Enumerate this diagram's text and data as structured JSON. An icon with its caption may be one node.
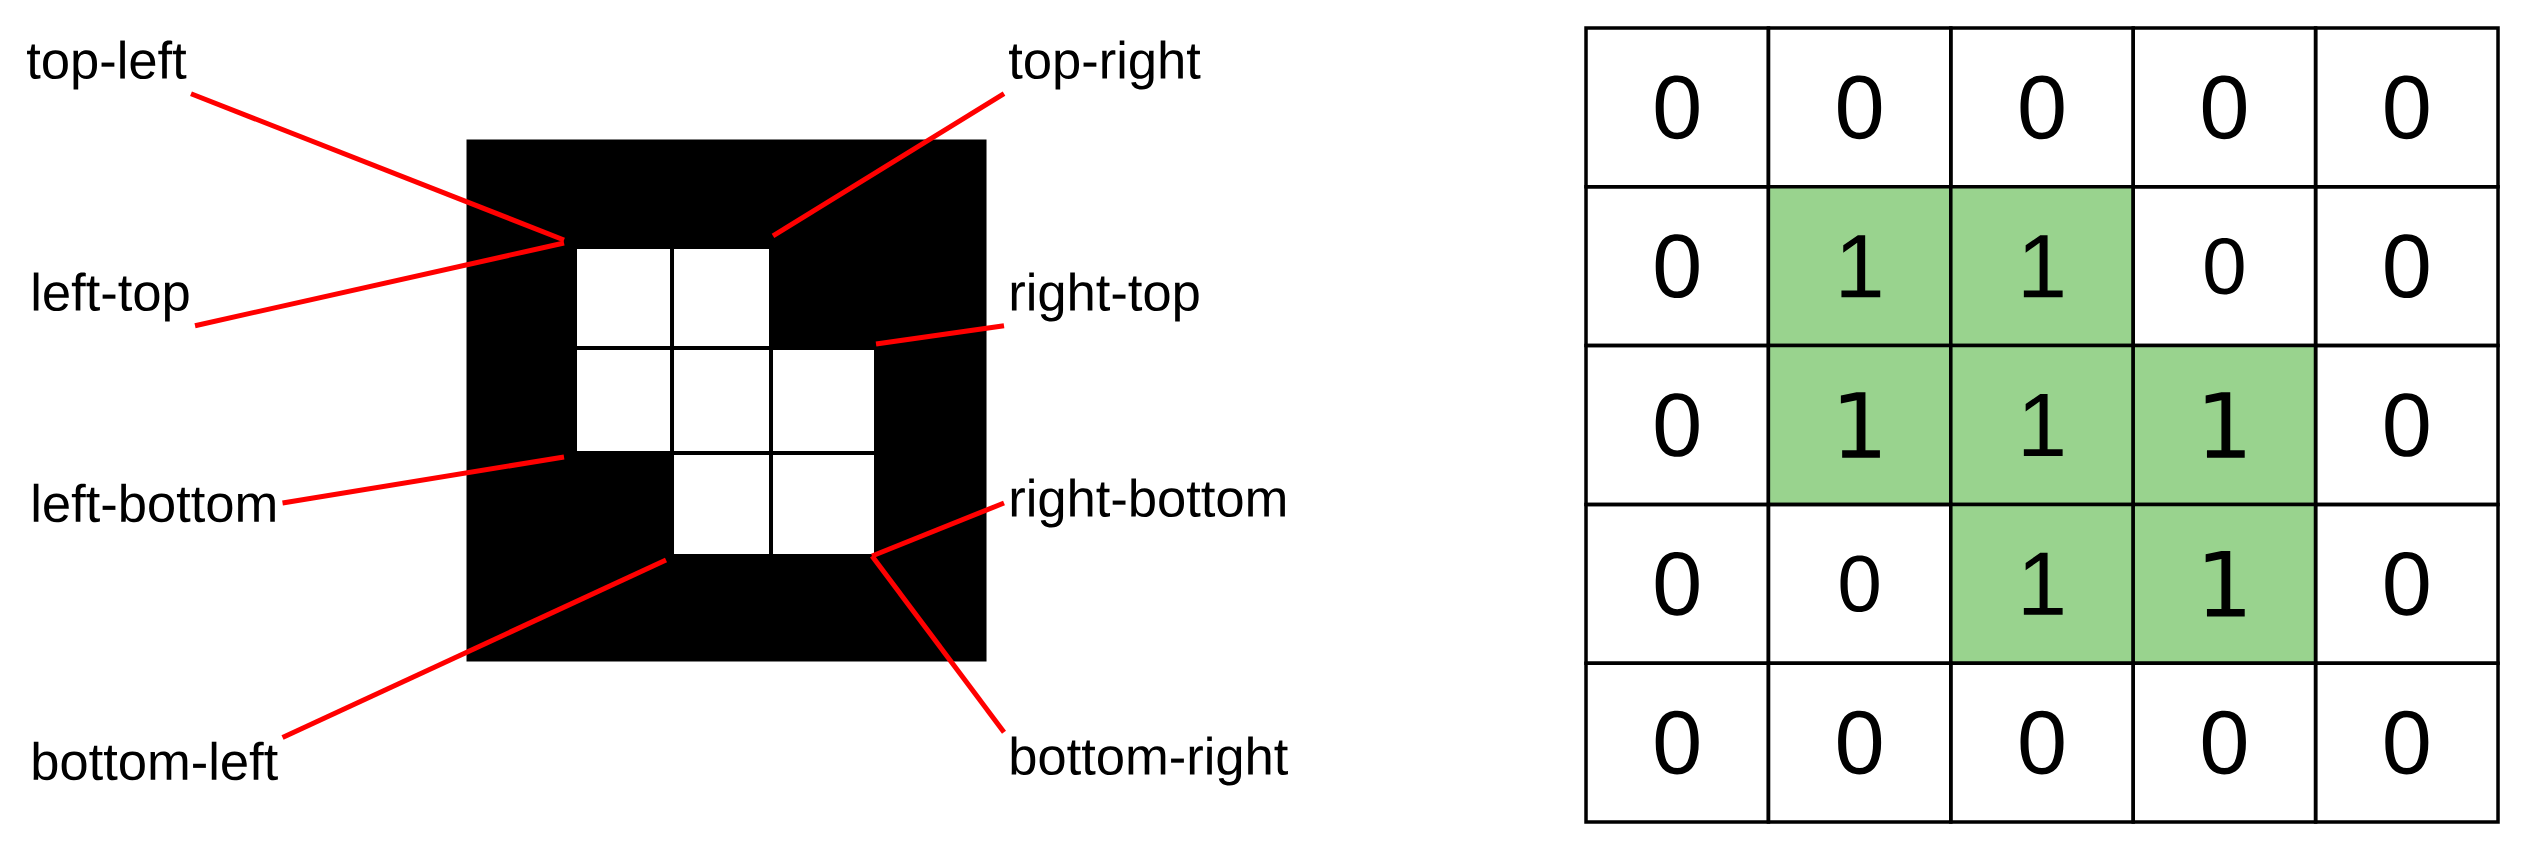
{
  "diagram": {
    "nodes": [
      {
        "text": [
          "top-left"
        ]
      },
      {
        "text": [
          "top-right"
        ]
      },
      {
        "text": [],
        "shape": "picture"
      },
      {
        "text": [
          "left-top"
        ]
      },
      {
        "text": [
          "right-top"
        ]
      },
      {
        "text": [
          "left-bottom"
        ]
      },
      {
        "text": [
          "right-bottom"
        ]
      },
      {
        "text": [
          "bottom-left"
        ]
      },
      {
        "text": [
          "bottom-right"
        ]
      }
    ],
    "edges": [
      {
        "from": 0,
        "to": 2,
        "arrow": "none"
      },
      {
        "from": 1,
        "to": 2,
        "arrow": "none"
      },
      {
        "from": 3,
        "to": 2,
        "arrow": "none"
      },
      {
        "from": 4,
        "to": 2,
        "arrow": "none"
      },
      {
        "from": 5,
        "to": 2,
        "arrow": "none"
      },
      {
        "from": 6,
        "to": 2,
        "arrow": "none"
      },
      {
        "from": 7,
        "to": 2,
        "arrow": "none"
      },
      {
        "from": 8,
        "to": 2,
        "arrow": "none"
      }
    ],
    "labels": [
      "0",
      "0",
      "0",
      "0",
      "0",
      "0",
      "1",
      "1",
      "0",
      "0",
      "0",
      "1",
      "1",
      "1",
      "0",
      "0",
      "0",
      "1",
      "1",
      "0",
      "0",
      "0",
      "0",
      "0",
      "0"
    ]
  }
}
